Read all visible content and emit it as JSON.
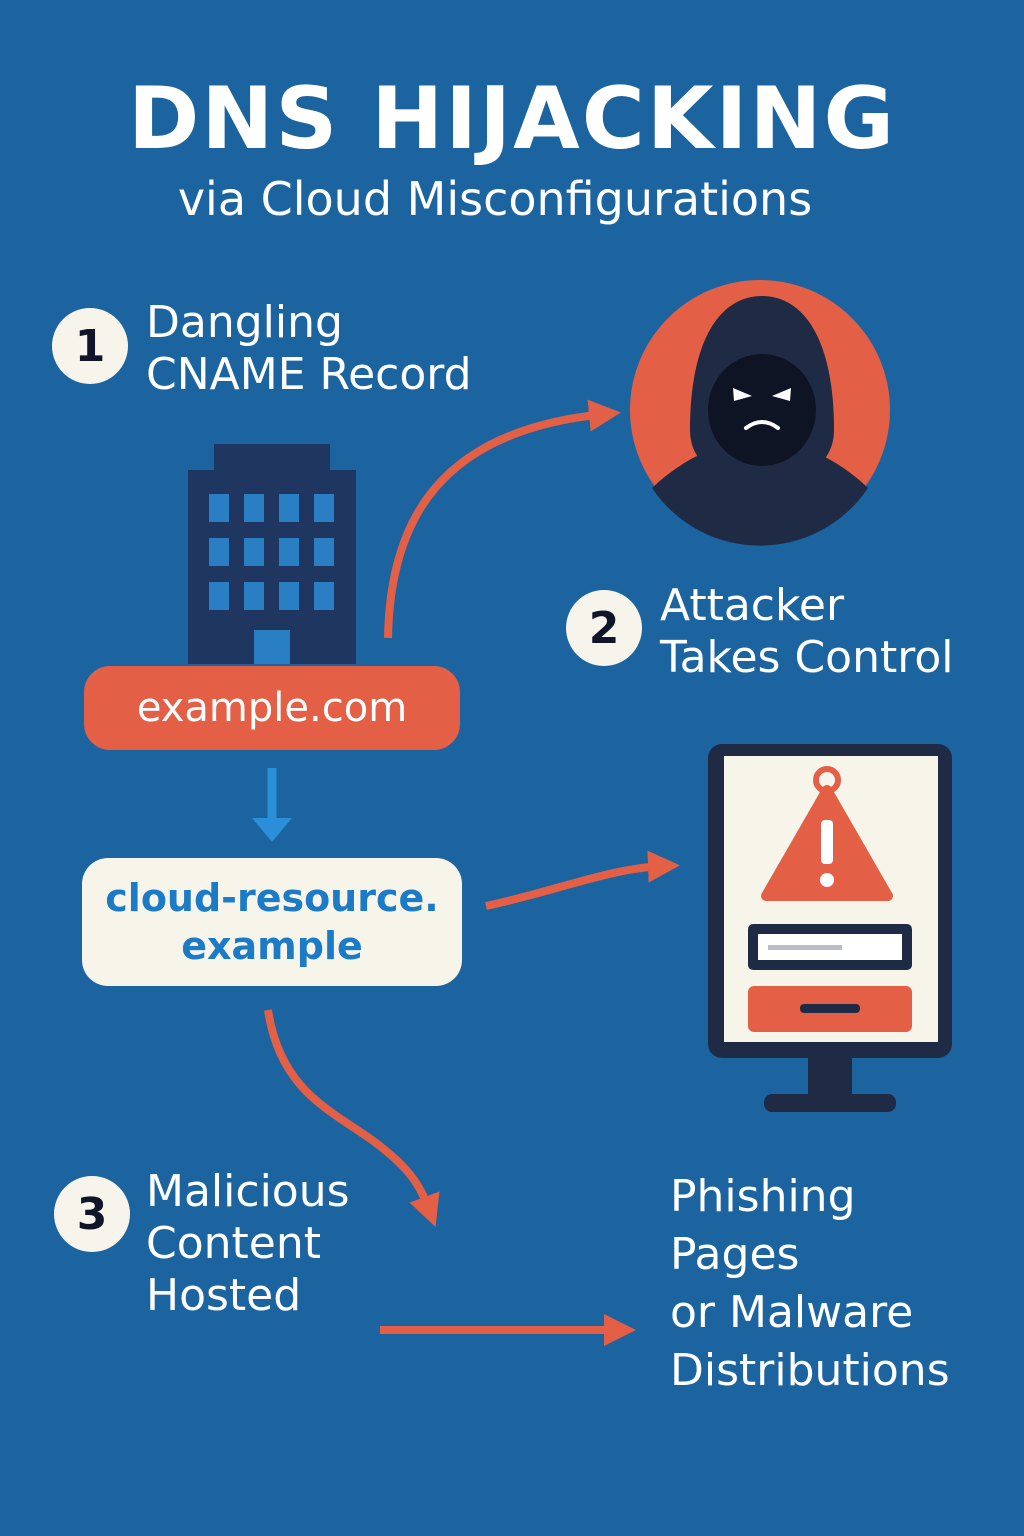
{
  "header": {
    "title": "DNS HIJACKING",
    "subtitle": "via Cloud Misconfigurations"
  },
  "steps": [
    {
      "number": "1",
      "label": "Dangling\nCNAME Record"
    },
    {
      "number": "2",
      "label": "Attacker\nTakes Control"
    },
    {
      "number": "3",
      "label": "Malicious\nContent\nHosted"
    }
  ],
  "nodes": {
    "domain": "example.com",
    "cloud_resource": "cloud-resource.\nexample"
  },
  "outcome": "Phishing\nPages\nor Malware\nDistributions",
  "icons": {
    "building": "office-building-icon",
    "attacker": "hooded-hacker-icon",
    "monitor": "phishing-monitor-icon"
  },
  "colors": {
    "background": "#1c64a0",
    "accent": "#e35f45",
    "navy": "#1f3760",
    "cream": "#f7f4ea",
    "link_blue": "#1b7bc6"
  }
}
